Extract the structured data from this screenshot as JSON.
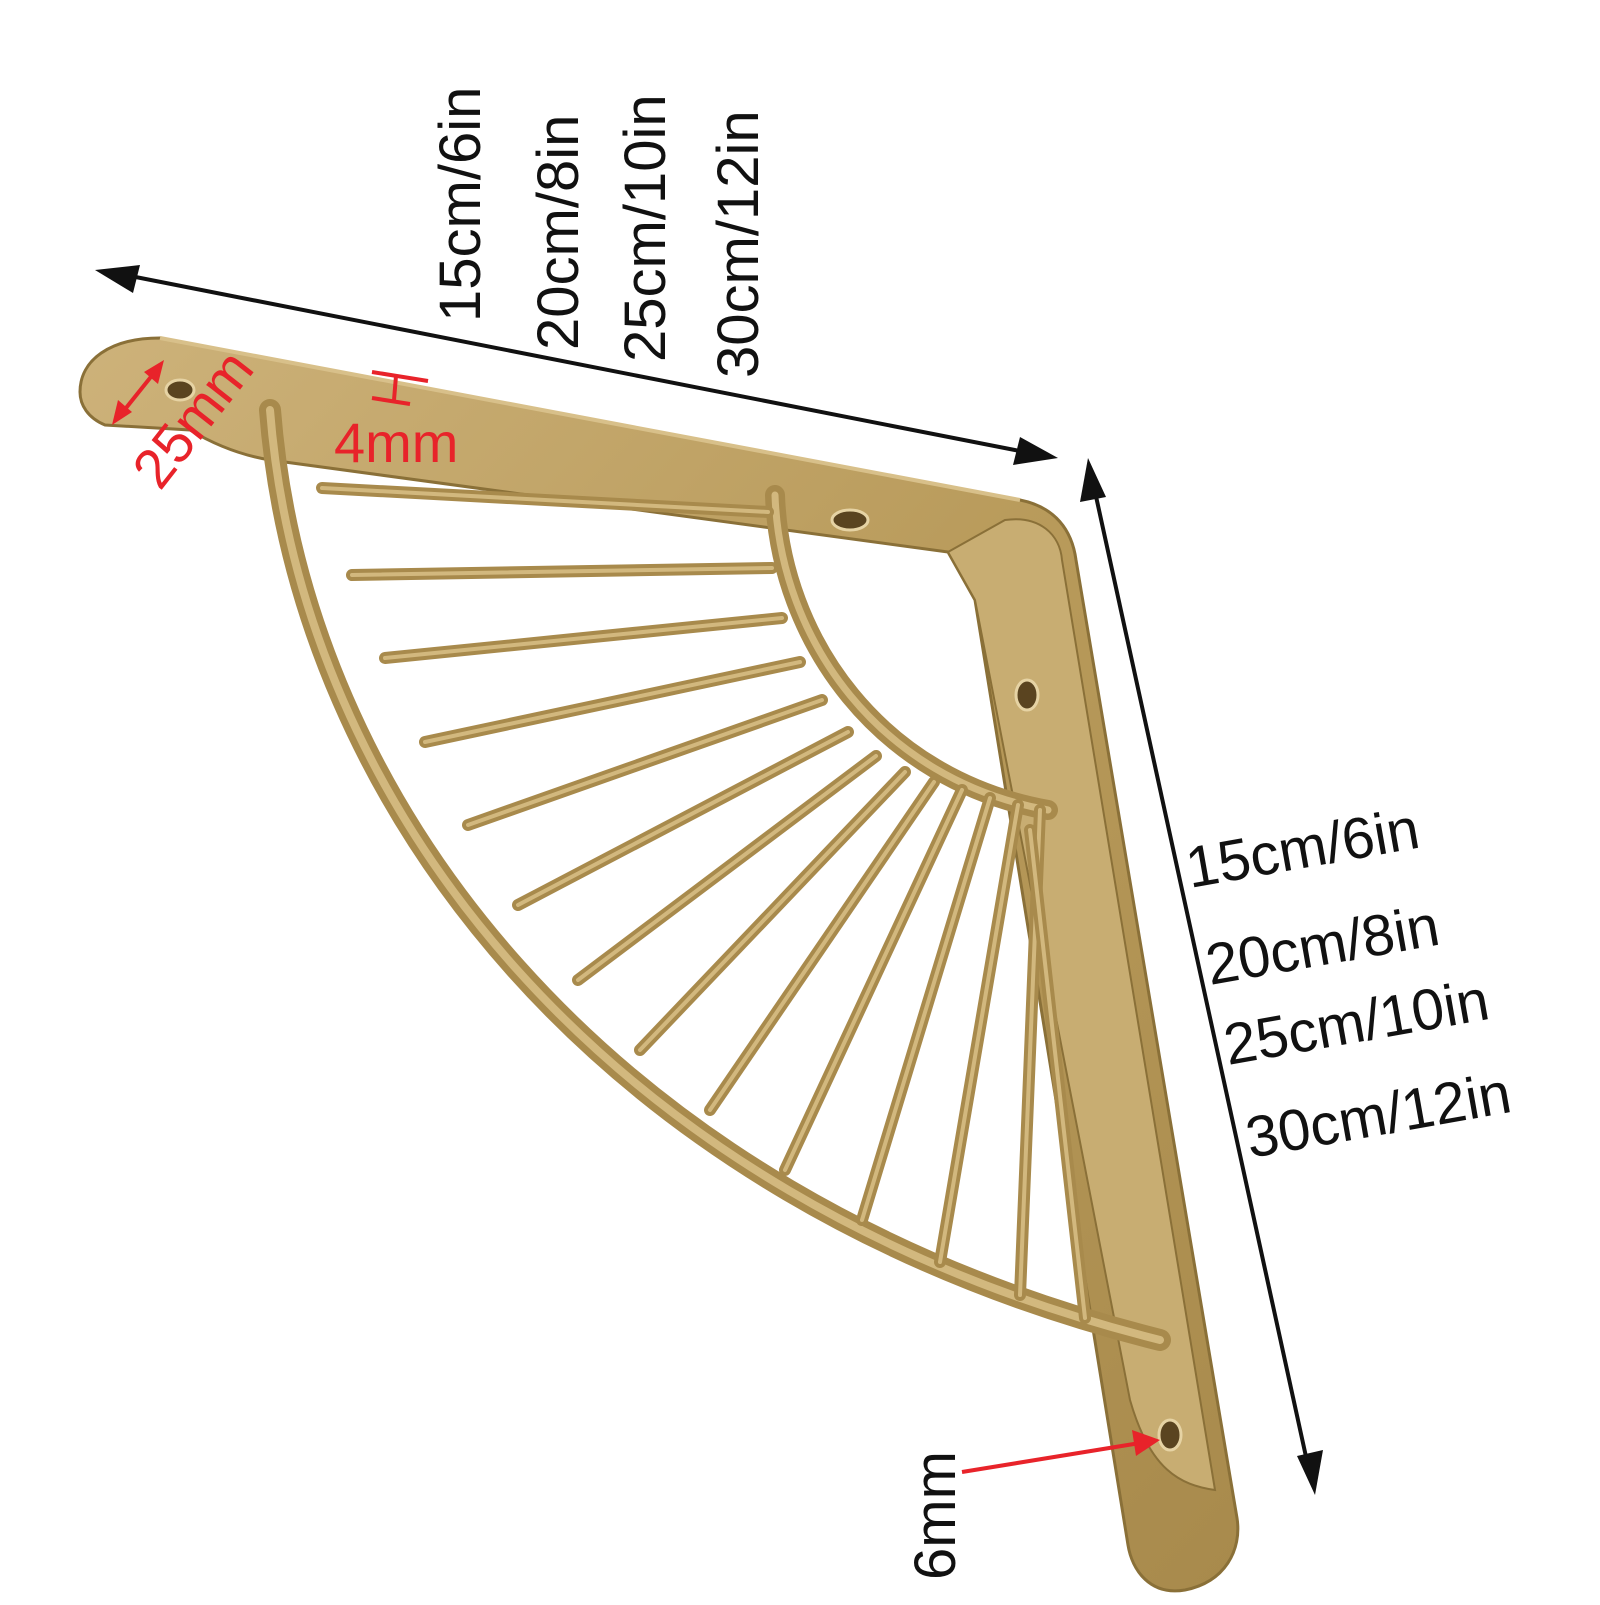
{
  "colors": {
    "background": "#ffffff",
    "bracket_gold": "#b89a5a",
    "bracket_shadow": "#8a7038",
    "bracket_highlight": "#d8c08a",
    "dimension_black": "#111111",
    "dimension_red": "#e8232a"
  },
  "top_dimension": {
    "sizes": [
      "15cm/6in",
      "20cm/8in",
      "25cm/10in",
      "30cm/12in"
    ]
  },
  "side_dimension": {
    "sizes": [
      "15cm/6in",
      "20cm/8in",
      "25cm/10in",
      "30cm/12in"
    ]
  },
  "detail_labels": {
    "width": "25mm",
    "thickness": "4mm",
    "hole": "6mm"
  },
  "icons": {
    "arrow_head": "arrow-icon",
    "mounting_hole": "hole-icon"
  }
}
